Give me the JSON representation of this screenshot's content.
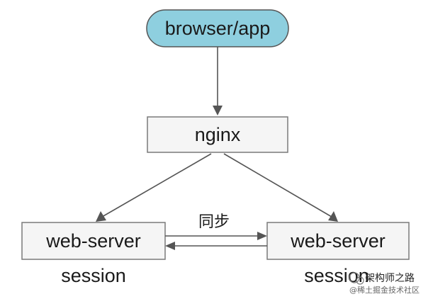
{
  "nodes": {
    "client": "browser/app",
    "proxy": "nginx",
    "server_left": "web-server",
    "server_right": "web-server"
  },
  "captions": {
    "left": "session",
    "right": "session"
  },
  "edges": {
    "sync_label": "同步"
  },
  "watermark": {
    "main": "架构师之路",
    "sub": "@稀土掘金技术社区"
  },
  "colors": {
    "client_fill": "#8ecfdf",
    "box_fill": "#f5f5f5",
    "line": "#555555"
  }
}
